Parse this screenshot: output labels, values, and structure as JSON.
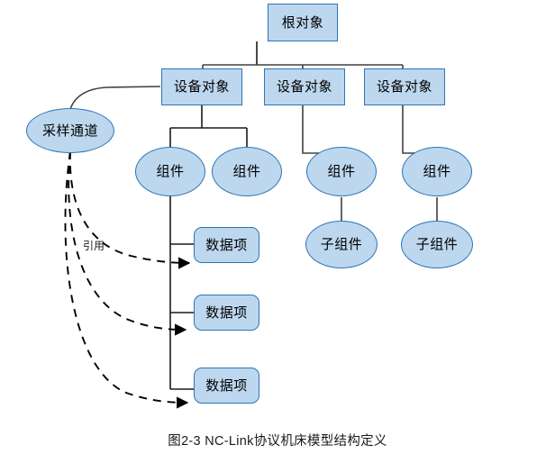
{
  "figure": {
    "caption": "图2-3 NC-Link协议机床模型结构定义"
  },
  "colors": {
    "node_fill": "#bdd7ee",
    "node_stroke": "#2e75b6",
    "edge_stroke": "#404040",
    "dashed_stroke": "#000000",
    "text": "#000000",
    "background": "#ffffff"
  },
  "nodes": {
    "root": {
      "label": "根对象",
      "shape": "rect"
    },
    "devices": [
      {
        "label": "设备对象",
        "shape": "rect"
      },
      {
        "label": "设备对象",
        "shape": "rect"
      },
      {
        "label": "设备对象",
        "shape": "rect"
      }
    ],
    "sampling_channel": {
      "label": "采样通道",
      "shape": "ellipse"
    },
    "components": [
      {
        "label": "组件",
        "shape": "ellipse"
      },
      {
        "label": "组件",
        "shape": "ellipse"
      },
      {
        "label": "组件",
        "shape": "ellipse"
      },
      {
        "label": "组件",
        "shape": "ellipse"
      }
    ],
    "subcomponents": [
      {
        "label": "子组件",
        "shape": "ellipse"
      },
      {
        "label": "子组件",
        "shape": "ellipse"
      }
    ],
    "data_items": [
      {
        "label": "数据项",
        "shape": "rounded"
      },
      {
        "label": "数据项",
        "shape": "rounded"
      },
      {
        "label": "数据项",
        "shape": "rounded"
      }
    ]
  },
  "edges": {
    "reference_label": "引用",
    "reference_count": 3,
    "style": {
      "tree": "solid",
      "reference": "dashed-arrow"
    }
  }
}
